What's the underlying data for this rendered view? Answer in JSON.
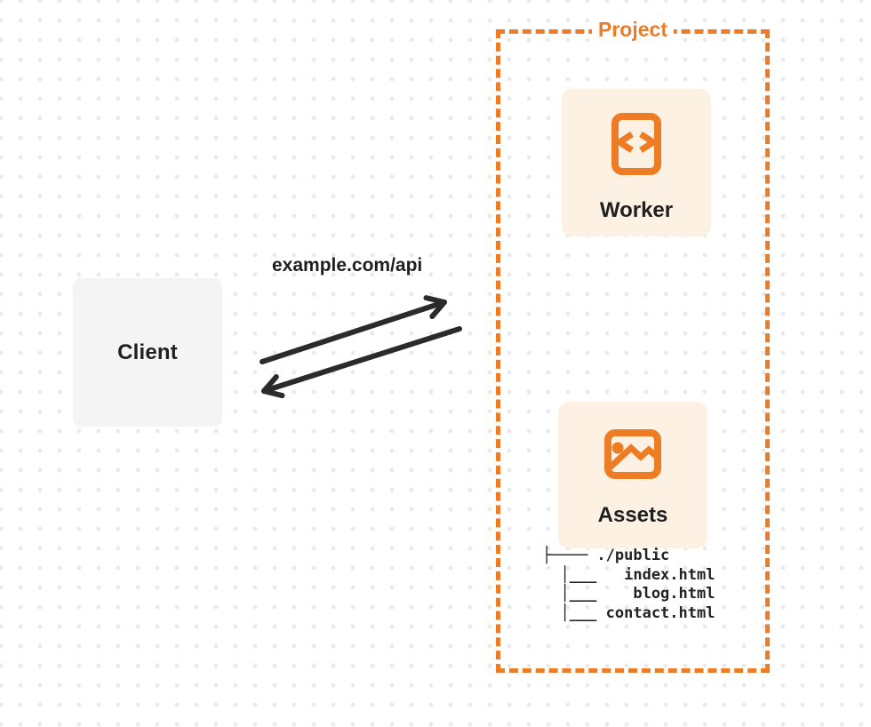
{
  "client": {
    "label": "Client"
  },
  "request_label": "example.com/api",
  "project": {
    "label": "Project",
    "worker": {
      "label": "Worker",
      "icon": "code-icon"
    },
    "assets": {
      "label": "Assets",
      "icon": "image-icon"
    },
    "file_tree": {
      "lines": [
        "├──── ./public",
        "  │___   index.html",
        "  │___    blog.html",
        "  │___ contact.html"
      ]
    }
  },
  "arrows": {
    "request_direction": "client-to-project",
    "response_direction": "project-to-client"
  },
  "colors": {
    "accent_orange": "#EE7C25",
    "card_cream": "#FCF1E3",
    "client_gray": "#F4F4F5",
    "text_dark": "#1F1F1F",
    "arrow_dark": "#2B2B2B",
    "dot_grid": "#E9E9E9",
    "background": "#FFFFFF"
  }
}
